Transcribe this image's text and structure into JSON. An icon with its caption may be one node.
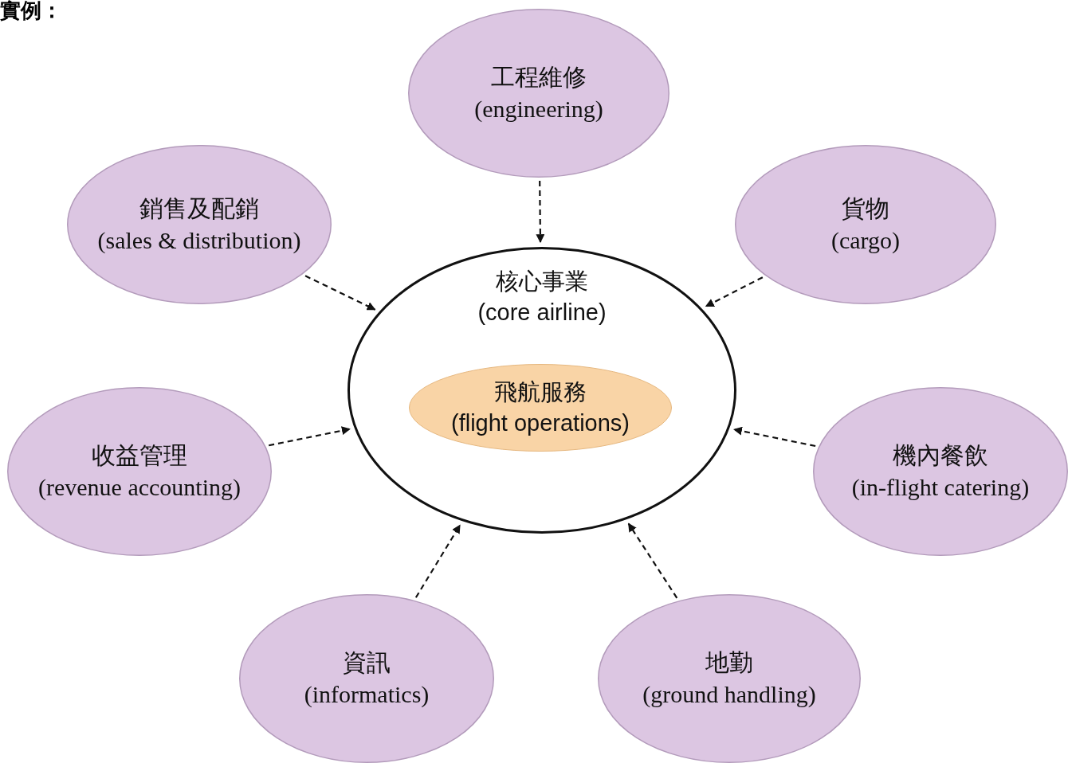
{
  "diagram": {
    "nodes": [
      {
        "text": [
          "工程維修",
          "(engineering)"
        ]
      },
      {
        "text": [
          "銷售及配銷",
          "(sales & distribution)"
        ]
      },
      {
        "text": [
          "貨物",
          "(cargo)"
        ]
      },
      {
        "text": [
          "核心事業",
          "(core airline)"
        ]
      },
      {
        "text": [
          "飛航服務",
          "(flight operations)"
        ],
        "in": 3
      },
      {
        "text": [
          "收益管理",
          "(revenue accounting)"
        ]
      },
      {
        "text": [
          "機內餐飲",
          "(in-flight catering)"
        ]
      },
      {
        "text": [
          "資訊",
          "(informatics)"
        ]
      },
      {
        "text": [
          "地勤",
          "(ground handling)"
        ]
      }
    ],
    "edges": [
      {
        "from": 0,
        "to": 3,
        "arrow": "to",
        "style": "dashed"
      },
      {
        "from": 1,
        "to": 3,
        "arrow": "to",
        "style": "dashed"
      },
      {
        "from": 2,
        "to": 3,
        "arrow": "to",
        "style": "dashed"
      },
      {
        "from": 5,
        "to": 3,
        "arrow": "to",
        "style": "dashed"
      },
      {
        "from": 6,
        "to": 3,
        "arrow": "to",
        "style": "dashed"
      },
      {
        "from": 7,
        "to": 3,
        "arrow": "to",
        "style": "dashed"
      },
      {
        "from": 8,
        "to": 3,
        "arrow": "to",
        "style": "dashed"
      }
    ],
    "labels": [
      "實例："
    ]
  }
}
